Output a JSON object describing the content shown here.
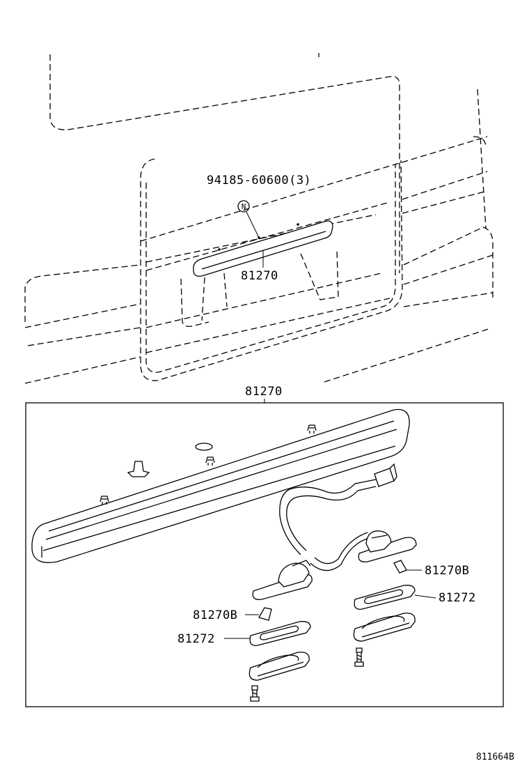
{
  "callouts": {
    "clip_part_no": "94185-60600(3)",
    "clip_marker": "N",
    "assembly_upper": "81270",
    "assembly_header": "81270",
    "bulb_right": "81270B",
    "bulb_left": "81270B",
    "gasket_right": "81272",
    "gasket_left": "81272"
  },
  "illustration_code": "811664B"
}
